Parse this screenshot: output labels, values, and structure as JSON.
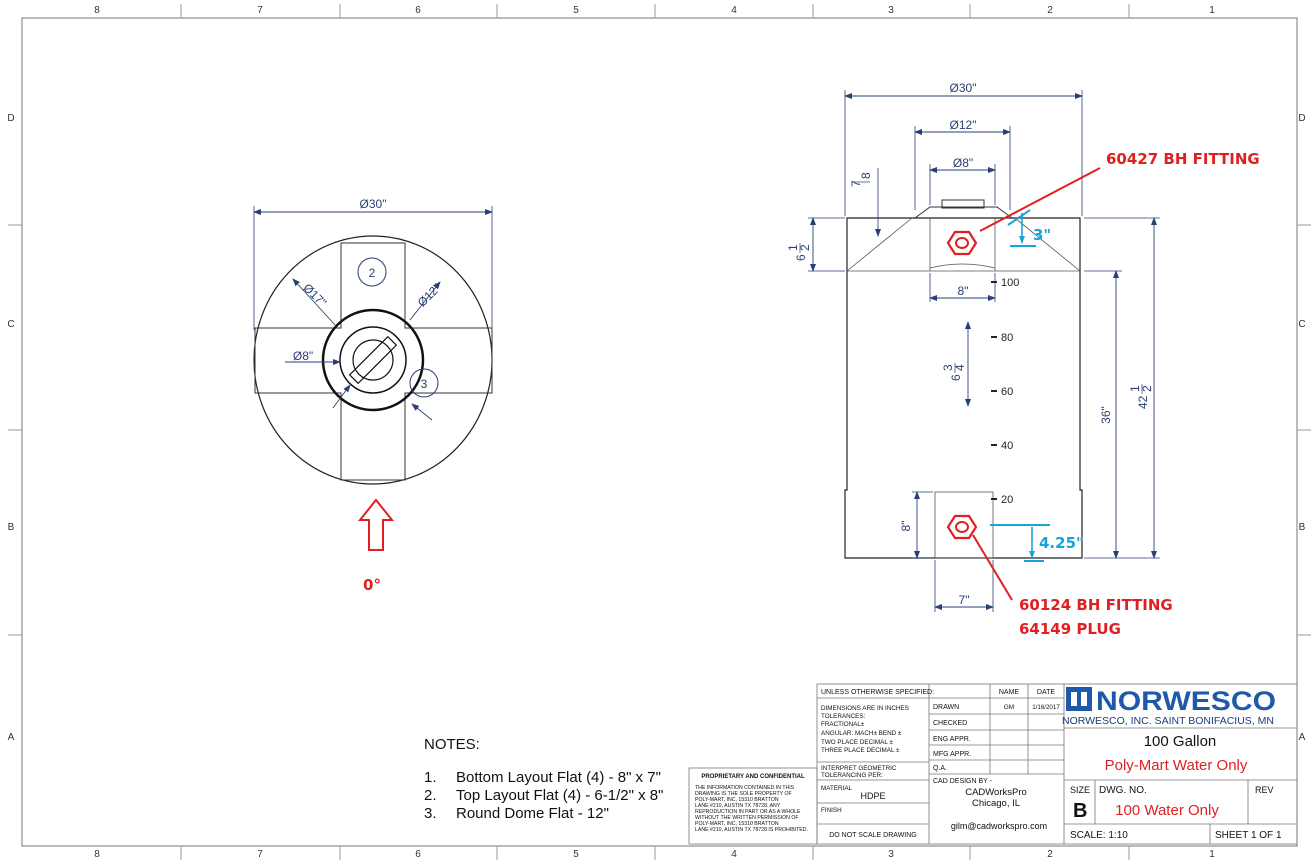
{
  "border": {
    "columns": [
      "8",
      "7",
      "6",
      "5",
      "4",
      "3",
      "2",
      "1"
    ],
    "rows": [
      "D",
      "C",
      "B",
      "A"
    ]
  },
  "top_view": {
    "dia_outer": "Ø30\"",
    "dia_17": "Ø17\"",
    "dia_12": "Ø12\"",
    "dia_8": "Ø8\"",
    "balloon_2": "2",
    "balloon_3": "3",
    "orientation": "0°"
  },
  "side_view": {
    "dia_top": "Ø30\"",
    "dia_12": "Ø12\"",
    "dia_8": "Ø8\"",
    "dim_7_8_num": "7",
    "dim_7_8_den": "8",
    "dim_6_whole": "6",
    "dim_6_num": "1",
    "dim_6_den": "2",
    "dim_8_top": "8\"",
    "dim_63_whole": "6",
    "dim_63_num": "3",
    "dim_63_den": "4",
    "dim_36": "36\"",
    "dim_42_whole": "42",
    "dim_42_num": "1",
    "dim_42_den": "2",
    "dim_8_bottom": "8\"",
    "dim_7": "7\"",
    "marks": [
      "100",
      "80",
      "60",
      "40",
      "20"
    ],
    "callout_top": "60427 BH FITTING",
    "callout_bottom_1": "60124 BH FITTING",
    "callout_bottom_2": "64149 PLUG",
    "offset_top": "3\"",
    "offset_bottom": "4.25\""
  },
  "notes": {
    "title": "NOTES:",
    "items": [
      {
        "num": "1.",
        "text": "Bottom Layout Flat (4) - 8\" x 7\""
      },
      {
        "num": "2.",
        "text": "Top Layout Flat (4) - 6-1/2\" x 8\""
      },
      {
        "num": "3.",
        "text": "Round Dome Flat - 12\""
      }
    ]
  },
  "proprietary": {
    "title": "PROPRIETARY AND CONFIDENTIAL",
    "lines": [
      "THE INFORMATION CONTAINED IN THIS",
      "DRAWING IS THE SOLE PROPERTY OF",
      "POLY-MART, INC, 15310 BRATTON",
      "LANE #210, AUSTIN TX 78728.  ANY",
      "REPRODUCTION IN PART OR AS A WHOLE",
      "WITHOUT THE WRITTEN PERMISSION OF",
      "POLY-MART, INC, 15310 BRATTON",
      "LANE #210, AUSTIN TX 78728 IS PROHIBITED."
    ]
  },
  "title_block": {
    "unless": "UNLESS OTHERWISE SPECIFIED:",
    "name_hdr": "NAME",
    "date_hdr": "DATE",
    "dims_lines": [
      "DIMENSIONS ARE IN INCHES",
      "TOLERANCES:",
      "FRACTIONAL±",
      "ANGULAR: MACH±   BEND ±",
      "TWO PLACE DECIMAL   ±",
      "THREE PLACE DECIMAL  ±"
    ],
    "drawn": "DRAWN",
    "drawn_name": "GM",
    "drawn_date": "1/16/2017",
    "checked": "CHECKED",
    "eng_appr": "ENG APPR.",
    "mfg_appr": "MFG APPR.",
    "qa": "Q.A.",
    "interpret_1": "INTERPRET GEOMETRIC",
    "interpret_2": "TOLERANCING PER:",
    "material": "MATERIAL",
    "material_value": "HDPE",
    "finish": "FINISH",
    "do_not_scale": "DO NOT SCALE DRAWING",
    "cad_design": "CAD DESIGN BY -",
    "cad_name": "CADWorksPro",
    "cad_city": "Chicago, IL",
    "cad_email": "gilm@cadworkspro.com",
    "logo_text": "NORWESCO",
    "company": "NORWESCO, INC.  SAINT BONIFACIUS, MN",
    "title_1": "100 Gallon",
    "title_2": "Poly-Mart Water Only",
    "size_label": "SIZE",
    "size_value": "B",
    "dwg_label": "DWG.  NO.",
    "dwg_value": "100 Water Only",
    "rev_label": "REV",
    "scale": "SCALE: 1:10",
    "sheet": "SHEET 1 OF 1"
  },
  "colors": {
    "dimension": "#2a3f74",
    "callout": "#e02020",
    "offset": "#1aa3d6",
    "geometry": "#222222"
  }
}
